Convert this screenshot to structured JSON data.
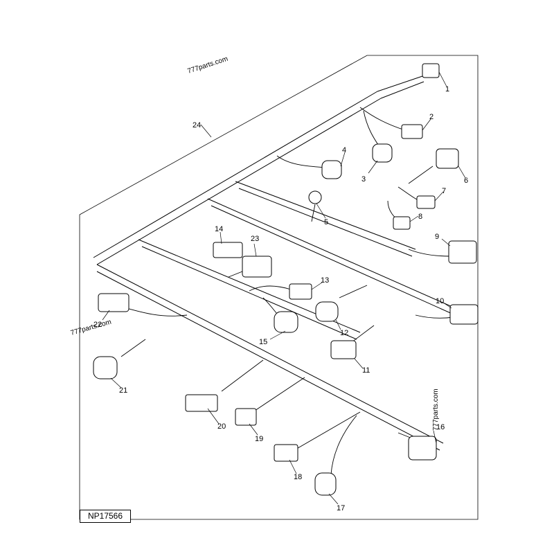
{
  "figure": {
    "id_label": "NP17566",
    "watermark": "777parts.com"
  },
  "callouts": [
    "1",
    "2",
    "3",
    "4",
    "5",
    "6",
    "7",
    "8",
    "9",
    "10",
    "11",
    "12",
    "13",
    "14",
    "15",
    "16",
    "17",
    "18",
    "19",
    "20",
    "21",
    "22",
    "23",
    "24"
  ]
}
